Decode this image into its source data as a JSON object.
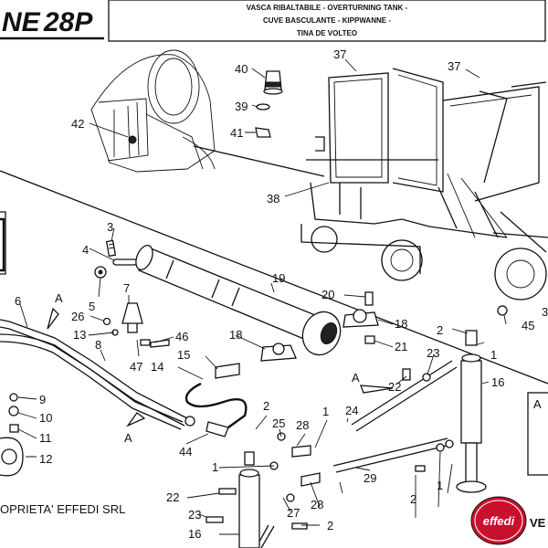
{
  "header": {
    "model_partial": "NE",
    "model_number": "28P",
    "title_lines": [
      "VASCA RIBALTABILE  -  OVERTURNING TANK -",
      "CUVE BASCULANTE - KIPPWANNE -",
      "TINA DE VOLTEO"
    ]
  },
  "footer": {
    "ownership": "OPRIETA' EFFEDI SRL",
    "logo_text": "effedi",
    "logo_suffix": "VE"
  },
  "section_marks": [
    "A",
    "A",
    "A",
    "A"
  ],
  "right_box_letter": "A",
  "part_callouts": [
    "40",
    "39",
    "41",
    "42",
    "37",
    "37",
    "38",
    "3",
    "4",
    "5",
    "6",
    "7",
    "26",
    "13",
    "8",
    "46",
    "47",
    "19",
    "20",
    "18",
    "18",
    "21",
    "15",
    "14",
    "2",
    "23",
    "1",
    "22",
    "16",
    "45",
    "9",
    "10",
    "11",
    "12",
    "44",
    "25",
    "28",
    "24",
    "2",
    "1",
    "1",
    "29",
    "28",
    "27",
    "2",
    "22",
    "23",
    "16",
    "2",
    "1",
    "3"
  ],
  "colors": {
    "ink": "#111111",
    "paper": "#ffffff",
    "logo_red": "#c8102e"
  }
}
